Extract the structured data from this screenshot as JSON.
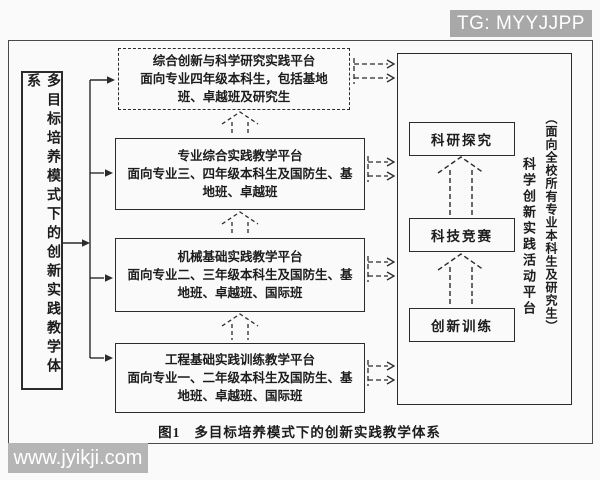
{
  "overlays": {
    "tg_badge": "TG: MYYJJPP",
    "watermark": "www.jyikji.com"
  },
  "diagram": {
    "system_label": "多目标培养模式下的创新实践教学体系",
    "platforms": [
      {
        "title": "综合创新与科学研究实践平台",
        "desc": "面向专业四年级本科生，包括基地班、卓越班及研究生"
      },
      {
        "title": "专业综合实践教学平台",
        "desc": "面向专业三、四年级本科生及国防生、基地班、卓越班"
      },
      {
        "title": "机械基础实践教学平台",
        "desc": "面向专业二、三年级本科生及国防生、基地班、卓越班、国际班"
      },
      {
        "title": "工程基础实践训练教学平台",
        "desc": "面向专业一、二年级本科生及国防生、基地班、卓越班、国际班"
      }
    ],
    "activities": [
      "科研探究",
      "科技竞赛",
      "创新训练"
    ],
    "activity_platform_label": "科学创新实践活动平台",
    "activity_platform_scope": "（面向全校所有专业本科生及研究生）",
    "caption_fig": "图1",
    "caption_title": "多目标培养模式下的创新实践教学体系"
  },
  "colors": {
    "line": "#2b2b2b",
    "badge_bg": "#a8a8a8",
    "watermark_bg": "#b5b5b5",
    "text": "#1c1c1c",
    "background": "#fafafa"
  }
}
